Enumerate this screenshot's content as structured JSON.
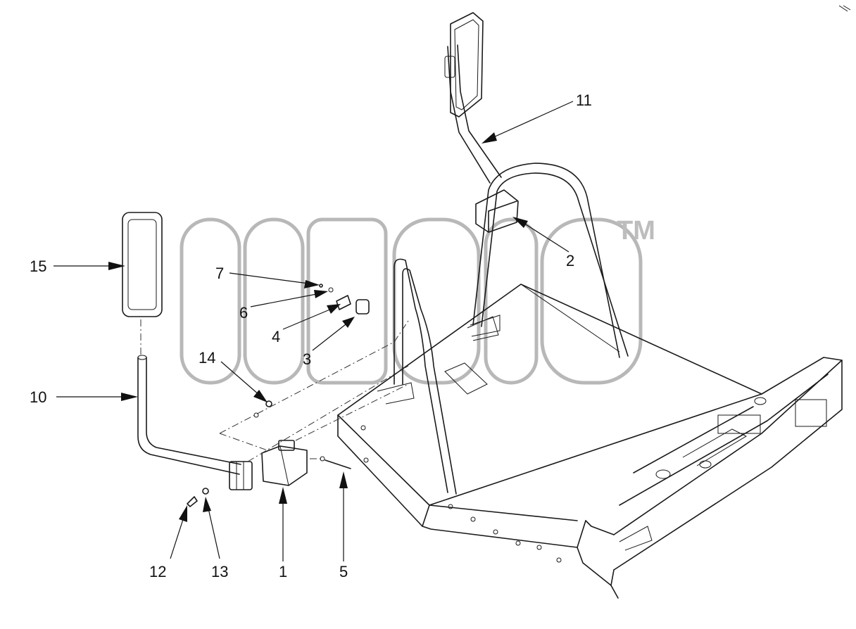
{
  "diagram": {
    "callouts": {
      "c1": "1",
      "c2": "2",
      "c3": "3",
      "c4": "4",
      "c5": "5",
      "c6": "6",
      "c7": "7",
      "c10": "10",
      "c11": "11",
      "c12": "12",
      "c13": "13",
      "c14": "14",
      "c15": "15"
    },
    "watermark": {
      "trademark": "TM"
    }
  }
}
